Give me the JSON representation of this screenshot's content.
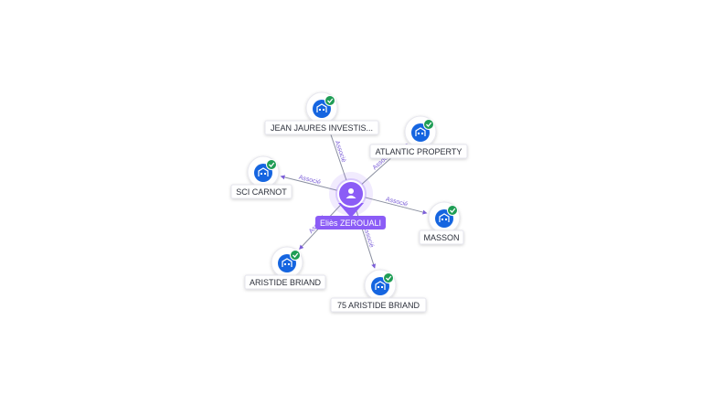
{
  "colors": {
    "accent": "#8b5cf6",
    "company_blue": "#1565e0",
    "check_green": "#1f9d55",
    "edge": "#8a8fa0",
    "edge_label": "#7c5fd8"
  },
  "center": {
    "name": "Eliès ZEROUALI",
    "icon": "person-icon"
  },
  "edge_label": "Associé",
  "companies": [
    {
      "name": "JEAN JAURES INVESTIS...",
      "icon": "company-building-icon",
      "verified": true
    },
    {
      "name": "ATLANTIC PROPERTY",
      "icon": "company-building-icon",
      "verified": true
    },
    {
      "name": "SCI CARNOT",
      "icon": "company-building-icon",
      "verified": true
    },
    {
      "name": "MASSON",
      "icon": "company-building-icon",
      "verified": true
    },
    {
      "name": "ARISTIDE BRIAND",
      "icon": "company-building-icon",
      "verified": true
    },
    {
      "name": "75 ARISTIDE BRIAND",
      "icon": "company-building-icon",
      "verified": true
    }
  ]
}
